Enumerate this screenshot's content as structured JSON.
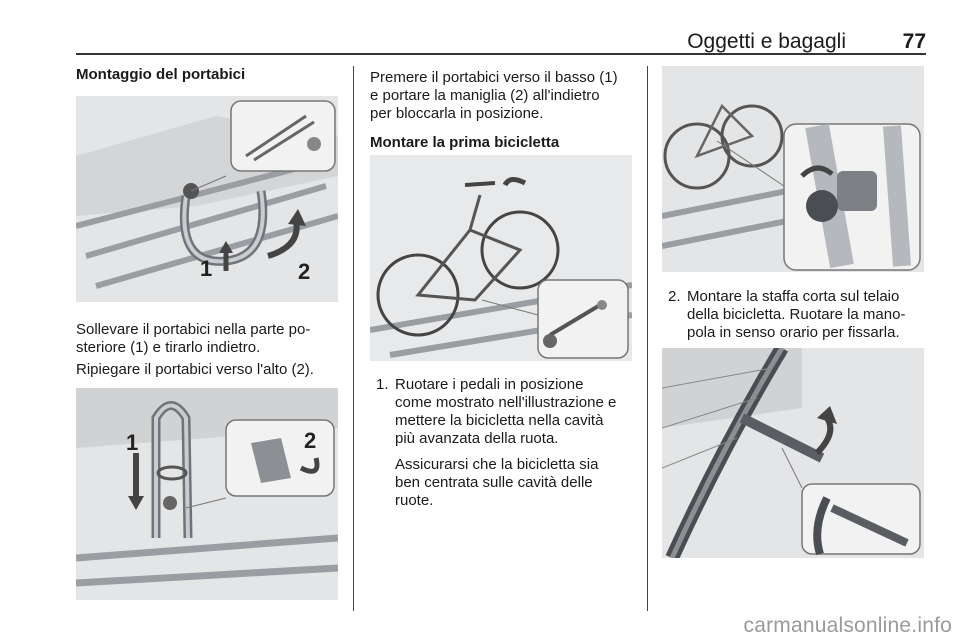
{
  "header": {
    "title": "Oggetti e bagagli",
    "page_number": "77"
  },
  "col1": {
    "heading": "Montaggio del portabici",
    "fig1": {
      "callout_1": "1",
      "callout_2": "2"
    },
    "para1": [
      "Sollevare il portabici nella parte po-",
      "steriore (1) e tirarlo indietro."
    ],
    "para2": "Ripiegare il portabici verso l'alto (2).",
    "fig2": {
      "callout_1": "1",
      "callout_2": "2"
    }
  },
  "col2": {
    "para1": [
      "Premere il portabici verso il basso (1)",
      "e portare la maniglia (2) all'indietro",
      "per bloccarla in posizione."
    ],
    "heading": "Montare la prima bicicletta",
    "item1": {
      "number": "1.",
      "lines": [
        "Ruotare i pedali in posizione",
        "come mostrato nell'illustrazione e",
        "mettere la bicicletta nella cavità",
        "più avanzata della ruota."
      ],
      "note": [
        "Assicurarsi che la bicicletta sia",
        "ben centrata sulle cavità delle",
        "ruote."
      ]
    }
  },
  "col3": {
    "item2": {
      "number": "2.",
      "lines": [
        "Montare la staffa corta sul telaio",
        "della bicicletta. Ruotare la mano-",
        "pola in senso orario per fissarla."
      ]
    }
  },
  "watermark": "carmanualsonline.info"
}
